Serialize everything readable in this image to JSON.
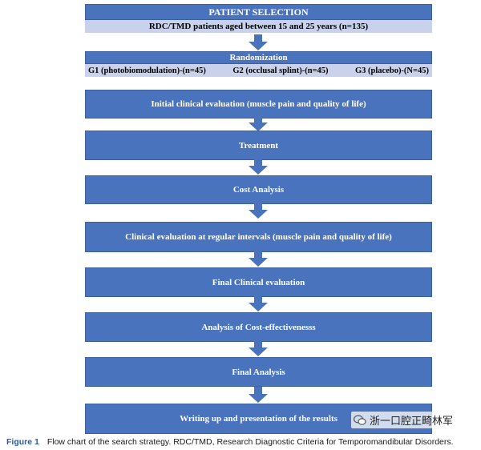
{
  "boxes": {
    "patient_selection": "PATIENT SELECTION",
    "patient_selection_sub": "RDC/TMD patients aged between 15 and 25 years (n=135)",
    "randomization": "Randomization",
    "groups": [
      "G1 (photobiomodulation)-(n=45)",
      "G2 (occlusal splint)-(n=45)",
      "G3 (placebo)-(N=45)"
    ],
    "initial_eval": "Initial clinical evaluation (muscle pain and quality of life)",
    "treatment": "Treatment",
    "cost_analysis": "Cost Analysis",
    "clinical_eval_intervals": "Clinical evaluation at regular intervals (muscle pain and quality of life)",
    "final_clinical_eval": "Final Clinical evaluation",
    "cost_effectiveness": "Analysis of Cost-effectivenesss",
    "final_analysis": "Final Analysis",
    "writing_up": "Writing up and presentation of the results"
  },
  "caption": {
    "label": "Figure 1",
    "text": "Flow chart of the search strategy. RDC/TMD, Research Diagnostic Criteria for Temporomandibular Disorders."
  },
  "watermark": {
    "text": "浙一口腔正畸林军",
    "icon": "wechat-icon"
  },
  "colors": {
    "box_fill": "#4a73bd",
    "sub_fill": "#c9d2ea",
    "caption_label": "#2c5aa0"
  }
}
